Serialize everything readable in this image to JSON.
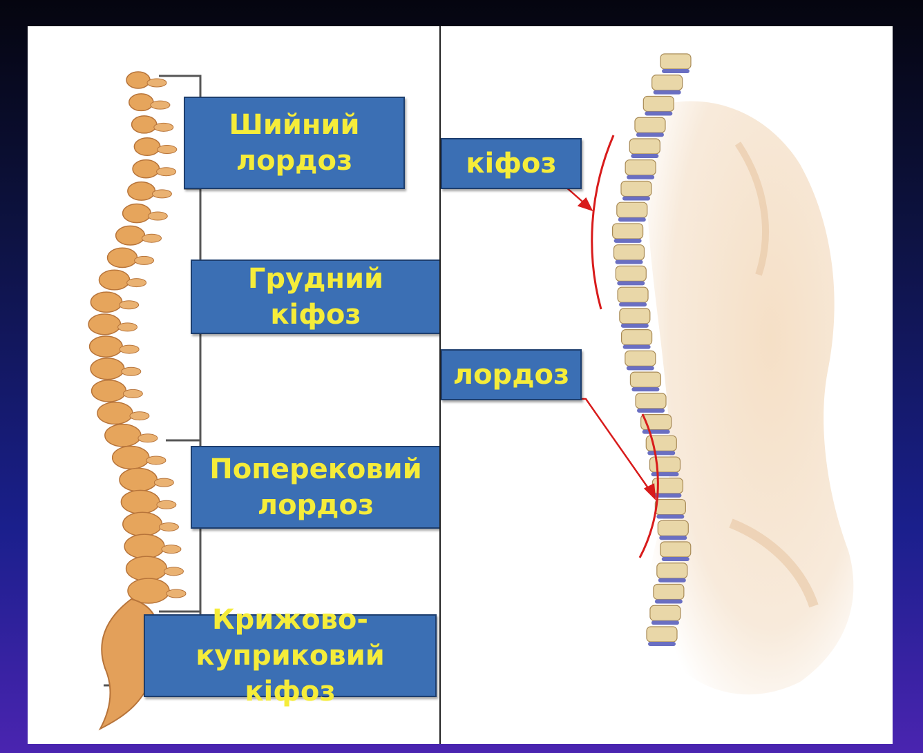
{
  "labels": {
    "cervical": "Шийний\nлордоз",
    "thoracic": "Грудний кіфоз",
    "lumbar": "Поперековий\nлордоз",
    "sacral": "Крижово-\nкуприковий кіфоз",
    "kyphosis": "кіфоз",
    "lordosis": "лордоз"
  },
  "colors": {
    "box_fill": "#3b6fb4",
    "box_text": "#f5ec3a",
    "bone": "#e6a55c",
    "arrow": "#d81b1b",
    "disc": "#6a6fc2"
  },
  "icons": {
    "left_illustration": "spine-side-view-icon",
    "right_illustration": "torso-spine-icon"
  }
}
